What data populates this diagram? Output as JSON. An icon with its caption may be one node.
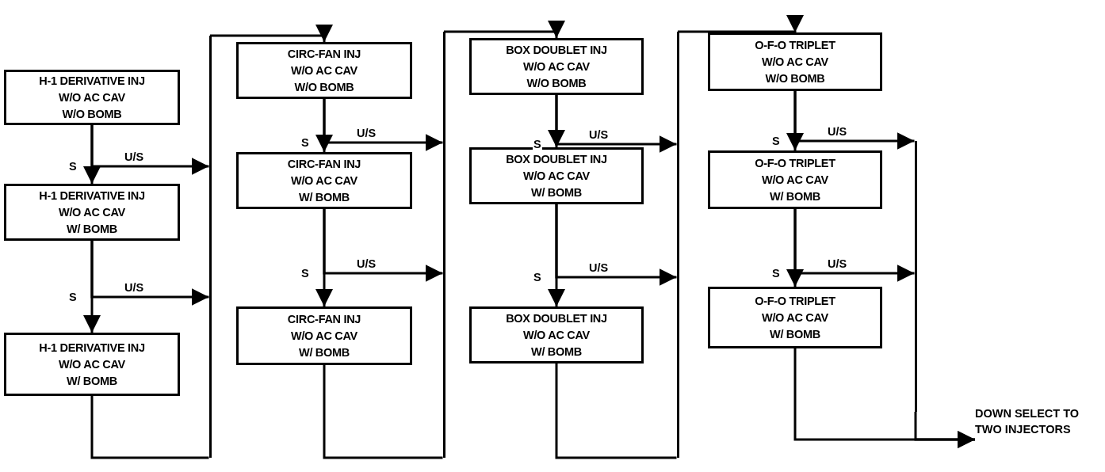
{
  "diagram": {
    "nodes": [
      {
        "text": [
          "H-1 DERIVATIVE INJ",
          "W/O AC CAV",
          "W/O BOMB"
        ]
      },
      {
        "text": [
          "H-1 DERIVATIVE INJ",
          "W/O AC CAV",
          "W/ BOMB"
        ]
      },
      {
        "text": [
          "H-1 DERIVATIVE INJ",
          "W/O AC CAV",
          "W/ BOMB"
        ]
      },
      {
        "text": [],
        "shape": "bar"
      },
      {
        "text": [
          "CIRC-FAN INJ",
          "W/O AC CAV",
          "W/O BOMB"
        ]
      },
      {
        "text": [
          "CIRC-FAN INJ",
          "W/O AC CAV",
          "W/ BOMB"
        ]
      },
      {
        "text": [
          "CIRC-FAN INJ",
          "W/O AC CAV",
          "W/ BOMB"
        ]
      },
      {
        "text": [],
        "shape": "bar"
      },
      {
        "text": [
          "BOX DOUBLET INJ",
          "W/O AC CAV",
          "W/O BOMB"
        ]
      },
      {
        "text": [
          "BOX DOUBLET INJ",
          "W/O AC CAV",
          "W/ BOMB"
        ]
      },
      {
        "text": [
          "BOX DOUBLET INJ",
          "W/O AC CAV",
          "W/ BOMB"
        ]
      },
      {
        "text": [],
        "shape": "bar"
      },
      {
        "text": [
          "O-F-O TRIPLET",
          "W/O AC CAV",
          "W/O BOMB"
        ]
      },
      {
        "text": [
          "O-F-O TRIPLET",
          "W/O AC CAV",
          "W/ BOMB"
        ]
      },
      {
        "text": [
          "O-F-O TRIPLET",
          "W/O AC CAV",
          "W/ BOMB"
        ]
      },
      {
        "text": [],
        "shape": "bar"
      },
      {
        "text": [
          "DOWN SELECT TO TWO INJECTORS"
        ]
      }
    ],
    "edges": [
      {
        "from": 0,
        "to": 1,
        "arrow": "to",
        "label": "S"
      },
      {
        "from": 0,
        "to": 3,
        "arrow": "to",
        "label": "U/S"
      },
      {
        "from": 1,
        "to": 2,
        "arrow": "to",
        "label": "S"
      },
      {
        "from": 1,
        "to": 3,
        "arrow": "to",
        "label": "U/S"
      },
      {
        "from": 2,
        "to": 3,
        "arrow": "none"
      },
      {
        "from": 3,
        "to": 4,
        "arrow": "to"
      },
      {
        "from": 4,
        "to": 5,
        "arrow": "to",
        "label": "S"
      },
      {
        "from": 4,
        "to": 7,
        "arrow": "to",
        "label": "U/S"
      },
      {
        "from": 5,
        "to": 6,
        "arrow": "to",
        "label": "S"
      },
      {
        "from": 5,
        "to": 7,
        "arrow": "to",
        "label": "U/S"
      },
      {
        "from": 6,
        "to": 7,
        "arrow": "none"
      },
      {
        "from": 7,
        "to": 8,
        "arrow": "to"
      },
      {
        "from": 8,
        "to": 9,
        "arrow": "to",
        "label": "S"
      },
      {
        "from": 8,
        "to": 11,
        "arrow": "to",
        "label": "U/S"
      },
      {
        "from": 9,
        "to": 10,
        "arrow": "to",
        "label": "S"
      },
      {
        "from": 9,
        "to": 11,
        "arrow": "to",
        "label": "U/S"
      },
      {
        "from": 10,
        "to": 11,
        "arrow": "none"
      },
      {
        "from": 11,
        "to": 12,
        "arrow": "to"
      },
      {
        "from": 12,
        "to": 13,
        "arrow": "to",
        "label": "S"
      },
      {
        "from": 12,
        "to": 15,
        "arrow": "to",
        "label": "U/S"
      },
      {
        "from": 13,
        "to": 14,
        "arrow": "to",
        "label": "S"
      },
      {
        "from": 13,
        "to": 15,
        "arrow": "to",
        "label": "U/S"
      },
      {
        "from": 14,
        "to": 16,
        "arrow": "to"
      },
      {
        "from": 15,
        "to": 16,
        "arrow": "to"
      }
    ]
  }
}
